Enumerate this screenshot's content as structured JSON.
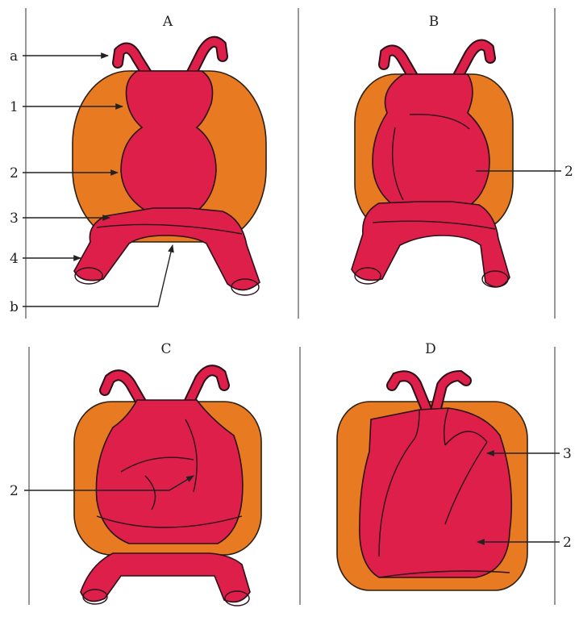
{
  "panels": [
    {
      "title": "A"
    },
    {
      "title": "B"
    },
    {
      "title": "C"
    },
    {
      "title": "D"
    }
  ],
  "callouts": {
    "a_a": "a",
    "a_1": "1",
    "a_2": "2",
    "a_3": "3",
    "a_4": "4",
    "a_b": "b",
    "b_2": "2",
    "c_2": "2",
    "d_3": "3",
    "d_2": "2"
  },
  "colors": {
    "heart": "#dd1f4a",
    "pericardium": "#e87a22",
    "outline": "#2a1018"
  }
}
